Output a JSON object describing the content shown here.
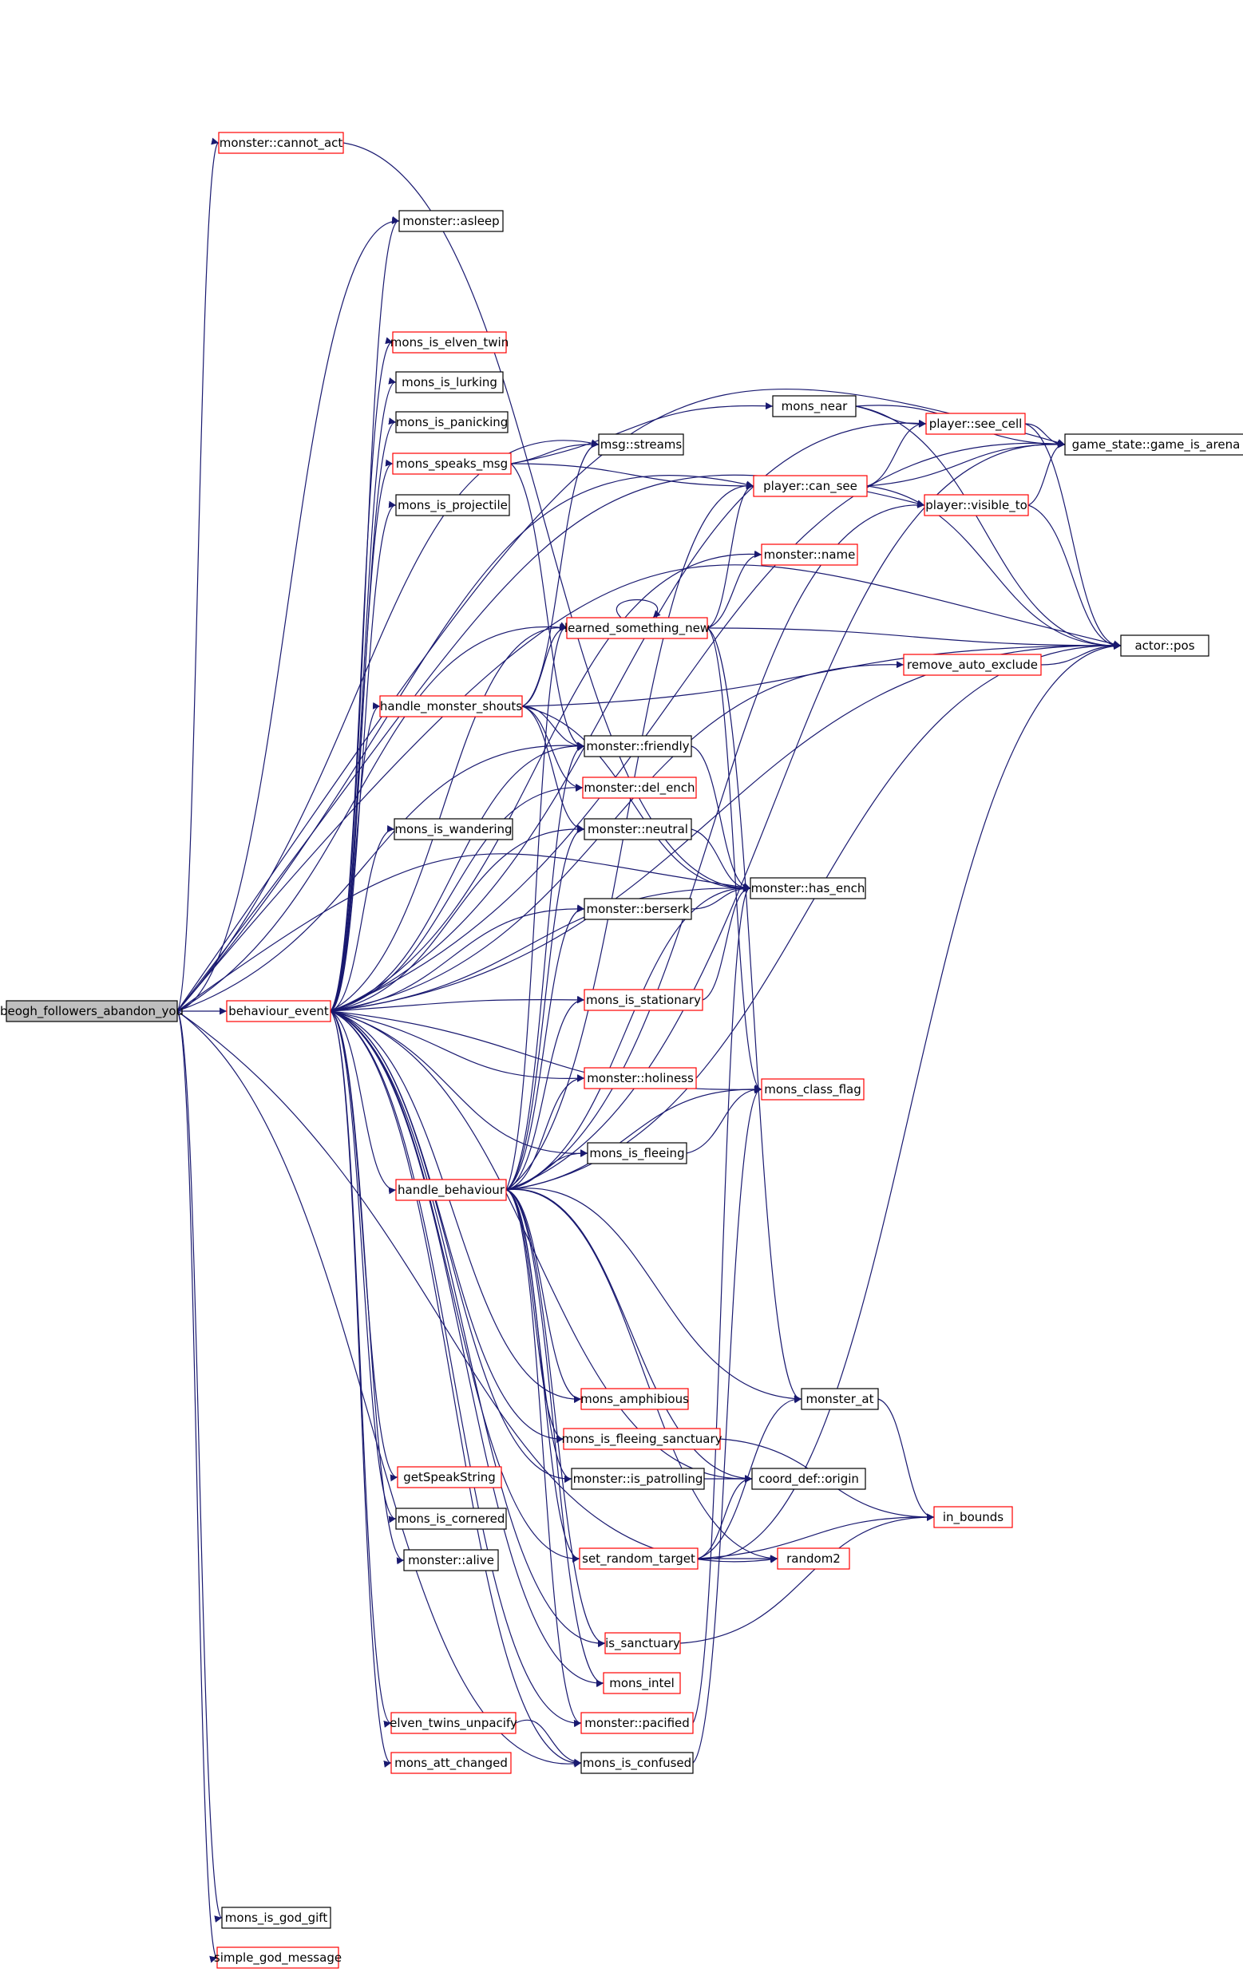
{
  "graph": {
    "colors": {
      "edge": "#191970",
      "node_border_black": "#000000",
      "node_border_red": "#ff0000",
      "root_fill": "#bfbfbf"
    },
    "nodes": [
      {
        "id": "n0",
        "label": "beogh_followers_abandon_you",
        "style": "root"
      },
      {
        "id": "n1",
        "label": "behaviour_event",
        "style": "red"
      },
      {
        "id": "n2",
        "label": "monster::cannot_act",
        "style": "red"
      },
      {
        "id": "n3",
        "label": "monster::asleep",
        "style": "black"
      },
      {
        "id": "n4",
        "label": "mons_is_elven_twin",
        "style": "red"
      },
      {
        "id": "n5",
        "label": "mons_is_lurking",
        "style": "black"
      },
      {
        "id": "n6",
        "label": "mons_is_panicking",
        "style": "black"
      },
      {
        "id": "n7",
        "label": "mons_speaks_msg",
        "style": "red"
      },
      {
        "id": "n8",
        "label": "mons_is_projectile",
        "style": "black"
      },
      {
        "id": "n9",
        "label": "msg::streams",
        "style": "black"
      },
      {
        "id": "n10",
        "label": "mons_near",
        "style": "black"
      },
      {
        "id": "n11",
        "label": "player::see_cell",
        "style": "red"
      },
      {
        "id": "n12",
        "label": "game_state::game_is_arena",
        "style": "black"
      },
      {
        "id": "n13",
        "label": "player::can_see",
        "style": "red"
      },
      {
        "id": "n14",
        "label": "player::visible_to",
        "style": "red"
      },
      {
        "id": "n15",
        "label": "monster::name",
        "style": "red"
      },
      {
        "id": "n16",
        "label": "learned_something_new",
        "style": "red"
      },
      {
        "id": "n17",
        "label": "actor::pos",
        "style": "black"
      },
      {
        "id": "n18",
        "label": "remove_auto_exclude",
        "style": "red"
      },
      {
        "id": "n19",
        "label": "handle_monster_shouts",
        "style": "red"
      },
      {
        "id": "n20",
        "label": "monster::friendly",
        "style": "black"
      },
      {
        "id": "n21",
        "label": "monster::del_ench",
        "style": "red"
      },
      {
        "id": "n22",
        "label": "mons_is_wandering",
        "style": "black"
      },
      {
        "id": "n23",
        "label": "monster::neutral",
        "style": "black"
      },
      {
        "id": "n24",
        "label": "monster::has_ench",
        "style": "black"
      },
      {
        "id": "n25",
        "label": "monster::berserk",
        "style": "black"
      },
      {
        "id": "n26",
        "label": "mons_is_stationary",
        "style": "red"
      },
      {
        "id": "n27",
        "label": "monster::holiness",
        "style": "red"
      },
      {
        "id": "n28",
        "label": "mons_class_flag",
        "style": "red"
      },
      {
        "id": "n29",
        "label": "mons_is_fleeing",
        "style": "black"
      },
      {
        "id": "n30",
        "label": "handle_behaviour",
        "style": "red"
      },
      {
        "id": "n31",
        "label": "mons_amphibious",
        "style": "red"
      },
      {
        "id": "n32",
        "label": "monster_at",
        "style": "black"
      },
      {
        "id": "n33",
        "label": "mons_is_fleeing_sanctuary",
        "style": "red"
      },
      {
        "id": "n34",
        "label": "getSpeakString",
        "style": "red"
      },
      {
        "id": "n35",
        "label": "monster::is_patrolling",
        "style": "black"
      },
      {
        "id": "n36",
        "label": "coord_def::origin",
        "style": "black"
      },
      {
        "id": "n37",
        "label": "mons_is_cornered",
        "style": "black"
      },
      {
        "id": "n38",
        "label": "in_bounds",
        "style": "red"
      },
      {
        "id": "n39",
        "label": "set_random_target",
        "style": "red"
      },
      {
        "id": "n40",
        "label": "random2",
        "style": "red"
      },
      {
        "id": "n41",
        "label": "monster::alive",
        "style": "black"
      },
      {
        "id": "n42",
        "label": "is_sanctuary",
        "style": "red"
      },
      {
        "id": "n43",
        "label": "mons_intel",
        "style": "red"
      },
      {
        "id": "n44",
        "label": "elven_twins_unpacify",
        "style": "red"
      },
      {
        "id": "n45",
        "label": "monster::pacified",
        "style": "red"
      },
      {
        "id": "n46",
        "label": "mons_att_changed",
        "style": "red"
      },
      {
        "id": "n47",
        "label": "mons_is_confused",
        "style": "black"
      },
      {
        "id": "n48",
        "label": "mons_is_god_gift",
        "style": "black"
      },
      {
        "id": "n49",
        "label": "simple_god_message",
        "style": "red"
      }
    ]
  }
}
